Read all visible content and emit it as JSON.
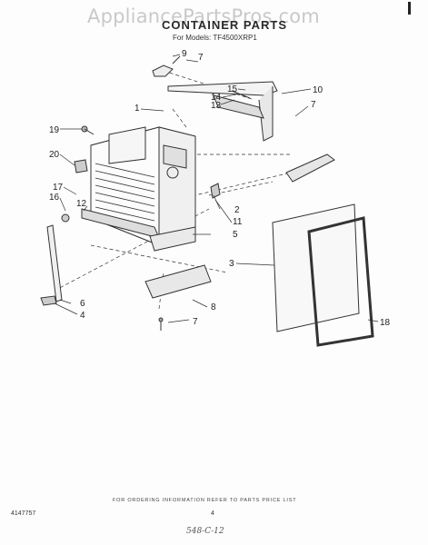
{
  "watermark": "AppliancePartsPros.com",
  "header": {
    "title": "CONTAINER PARTS",
    "models": "For Models: TF4500XRP1"
  },
  "callouts": [
    "1",
    "2",
    "3",
    "4",
    "5",
    "6",
    "7",
    "7",
    "7",
    "8",
    "9",
    "10",
    "11",
    "12",
    "13",
    "14",
    "15",
    "16",
    "17",
    "18",
    "19",
    "20"
  ],
  "footer": {
    "note": "FOR ORDERING INFORMATION REFER TO PARTS PRICE LIST",
    "doc_number": "4147757",
    "page_number": "4",
    "handwritten": "548-C-12"
  }
}
